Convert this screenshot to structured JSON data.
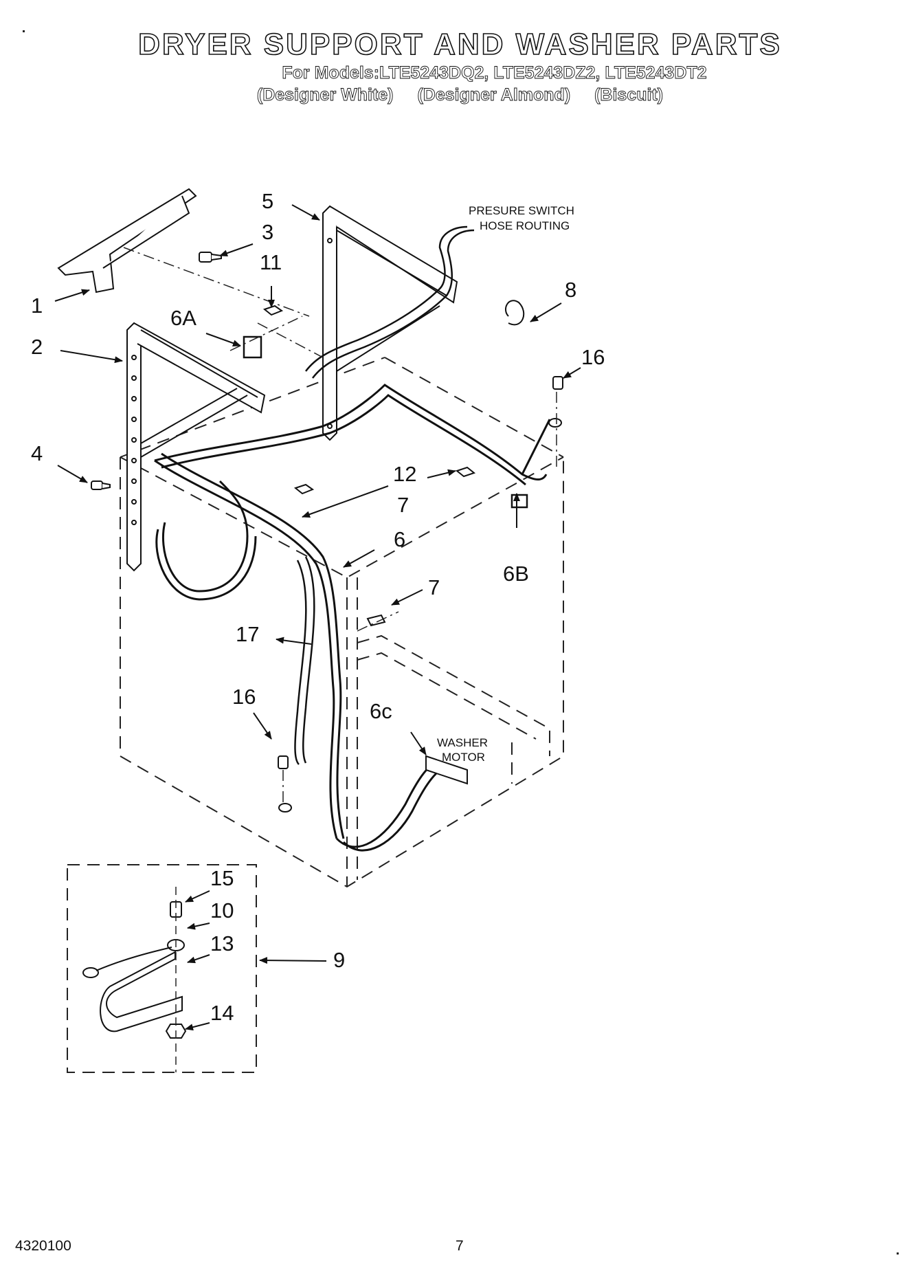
{
  "header": {
    "title": "DRYER SUPPORT AND WASHER PARTS",
    "models_line": "For Models:LTE5243DQ2, LTE5243DZ2, LTE5243DT2",
    "color_labels": [
      "(Designer White)",
      "(Designer Almond)",
      "(Biscuit)"
    ]
  },
  "diagram": {
    "callouts": {
      "c1": "1",
      "c2": "2",
      "c3": "3",
      "c4": "4",
      "c5": "5",
      "c6": "6",
      "c6a": "6A",
      "c6b": "6B",
      "c6c": "6c",
      "c7a": "7",
      "c7b": "7",
      "c8": "8",
      "c9": "9",
      "c10": "10",
      "c11": "11",
      "c12": "12",
      "c13": "13",
      "c14": "14",
      "c15": "15",
      "c16a": "16",
      "c16b": "16",
      "c17": "17"
    },
    "notes": {
      "pressure_line1": "PRESURE SWITCH",
      "pressure_line2": "HOSE ROUTING",
      "washer_line1": "WASHER",
      "washer_line2": "MOTOR"
    }
  },
  "footer": {
    "doc_number": "4320100",
    "page_number": "7"
  }
}
